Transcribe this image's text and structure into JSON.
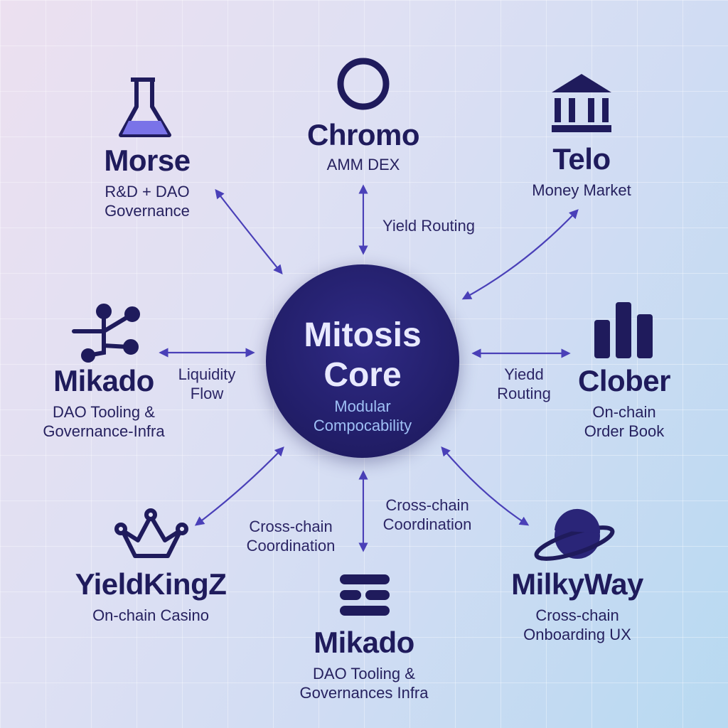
{
  "core": {
    "title_line1": "Mitosis",
    "title_line2": "Core",
    "subtitle": "Modular\nCompocability"
  },
  "nodes": [
    {
      "id": "morse",
      "name": "Morse",
      "desc": "R&D + DAO\nGovernance",
      "icon": "flask-icon"
    },
    {
      "id": "chromo",
      "name": "Chromo",
      "desc": "AMM DEX",
      "icon": "ring-icon"
    },
    {
      "id": "telo",
      "name": "Telo",
      "desc": "Money Market",
      "icon": "bank-icon"
    },
    {
      "id": "mikado_left",
      "name": "Mikado",
      "desc": "DAO Tooling &\nGovernance-Infra",
      "icon": "network-icon"
    },
    {
      "id": "clober",
      "name": "Clober",
      "desc": "On-chain\nOrder Book",
      "icon": "bars-icon"
    },
    {
      "id": "yieldkingz",
      "name": "YieldKingZ",
      "desc": "On-chain Casino",
      "icon": "crown-icon"
    },
    {
      "id": "mikado_bottom",
      "name": "Mikado",
      "desc": "DAO Tooling &\nGovernances Infra",
      "icon": "menu-blocks-icon"
    },
    {
      "id": "milkyway",
      "name": "MilkyWay",
      "desc": "Cross-chain\nOnboarding UX",
      "icon": "planet-icon"
    }
  ],
  "edge_labels": {
    "chromo": "Yield Routing",
    "mikado_left": "Liquidity\nFlow",
    "clober": "Yiedd\nRouting",
    "yieldkingz": "Cross-chain\nCoordination",
    "mikado_bottom": "Cross-chain\nCoordination"
  },
  "colors": {
    "ink": "#1f1b5c",
    "core": "#231f6b",
    "arrow": "#4a40b8",
    "accent": "#9fc0f5"
  }
}
